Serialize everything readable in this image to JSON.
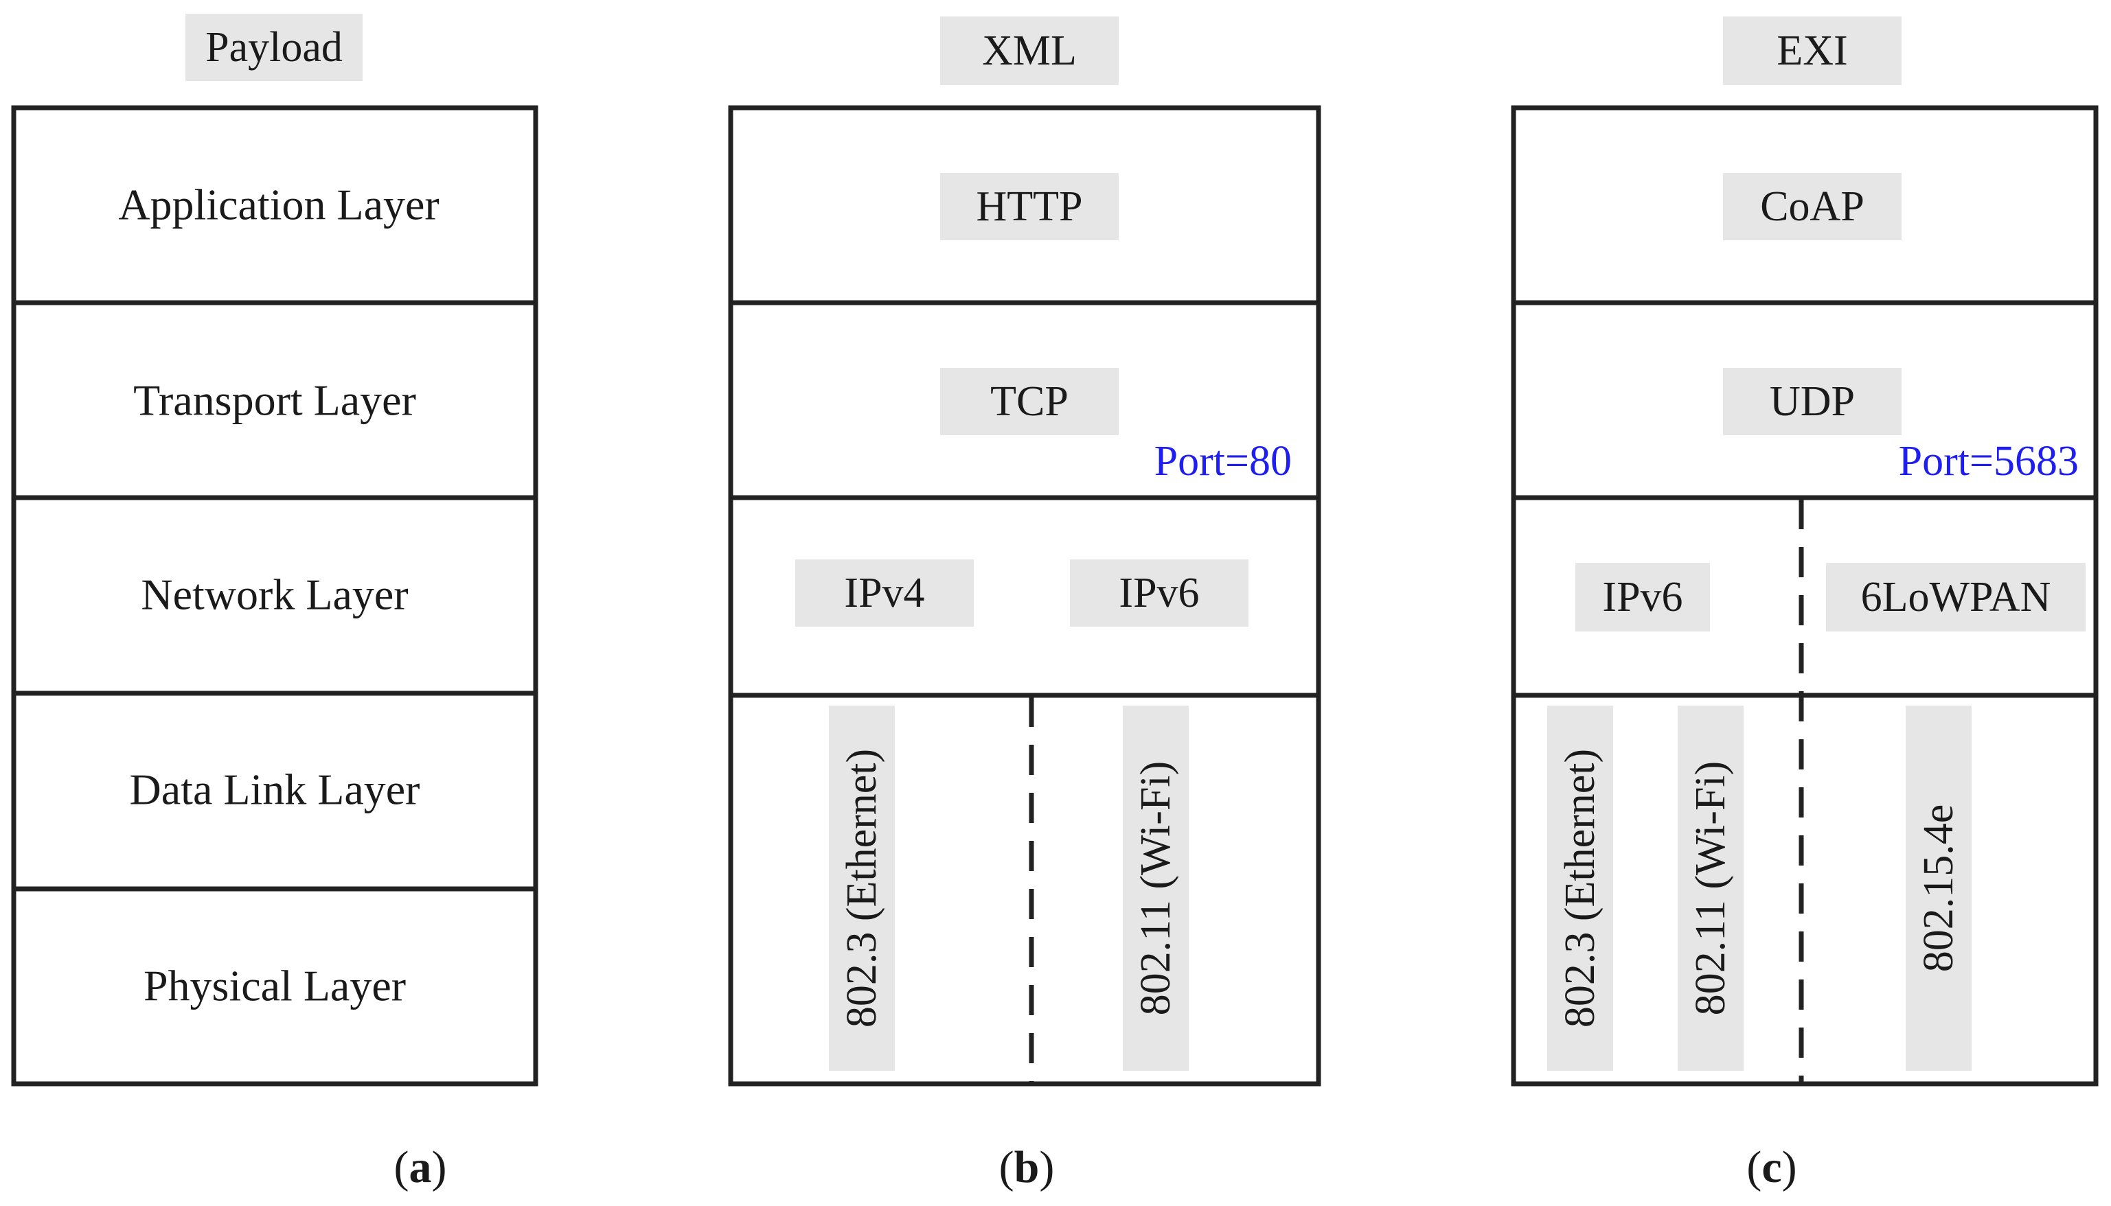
{
  "panel_a": {
    "header": "Payload",
    "layers": [
      "Application Layer",
      "Transport Layer",
      "Network Layer",
      "Data Link Layer",
      "Physical Layer"
    ],
    "caption": [
      "(",
      "a",
      ")"
    ]
  },
  "panel_b": {
    "header": "XML",
    "application": "HTTP",
    "transport": "TCP",
    "port": "Port=80",
    "network": [
      "IPv4",
      "IPv6"
    ],
    "link": [
      "802.3 (Ethernet)",
      "802.11 (Wi-Fi)"
    ],
    "caption": [
      "(",
      "b",
      ")"
    ]
  },
  "panel_c": {
    "header": "EXI",
    "application": "CoAP",
    "transport": "UDP",
    "port": "Port=5683",
    "network": [
      "IPv6",
      "6LoWPAN"
    ],
    "link": [
      "802.3 (Ethernet)",
      "802.11 (Wi-Fi)",
      "802.15.4e"
    ],
    "caption": [
      "(",
      "c",
      ")"
    ]
  },
  "colors": {
    "label_box": "#e6e6e6",
    "port_text": "#1e1ef0",
    "line": "#222222"
  }
}
